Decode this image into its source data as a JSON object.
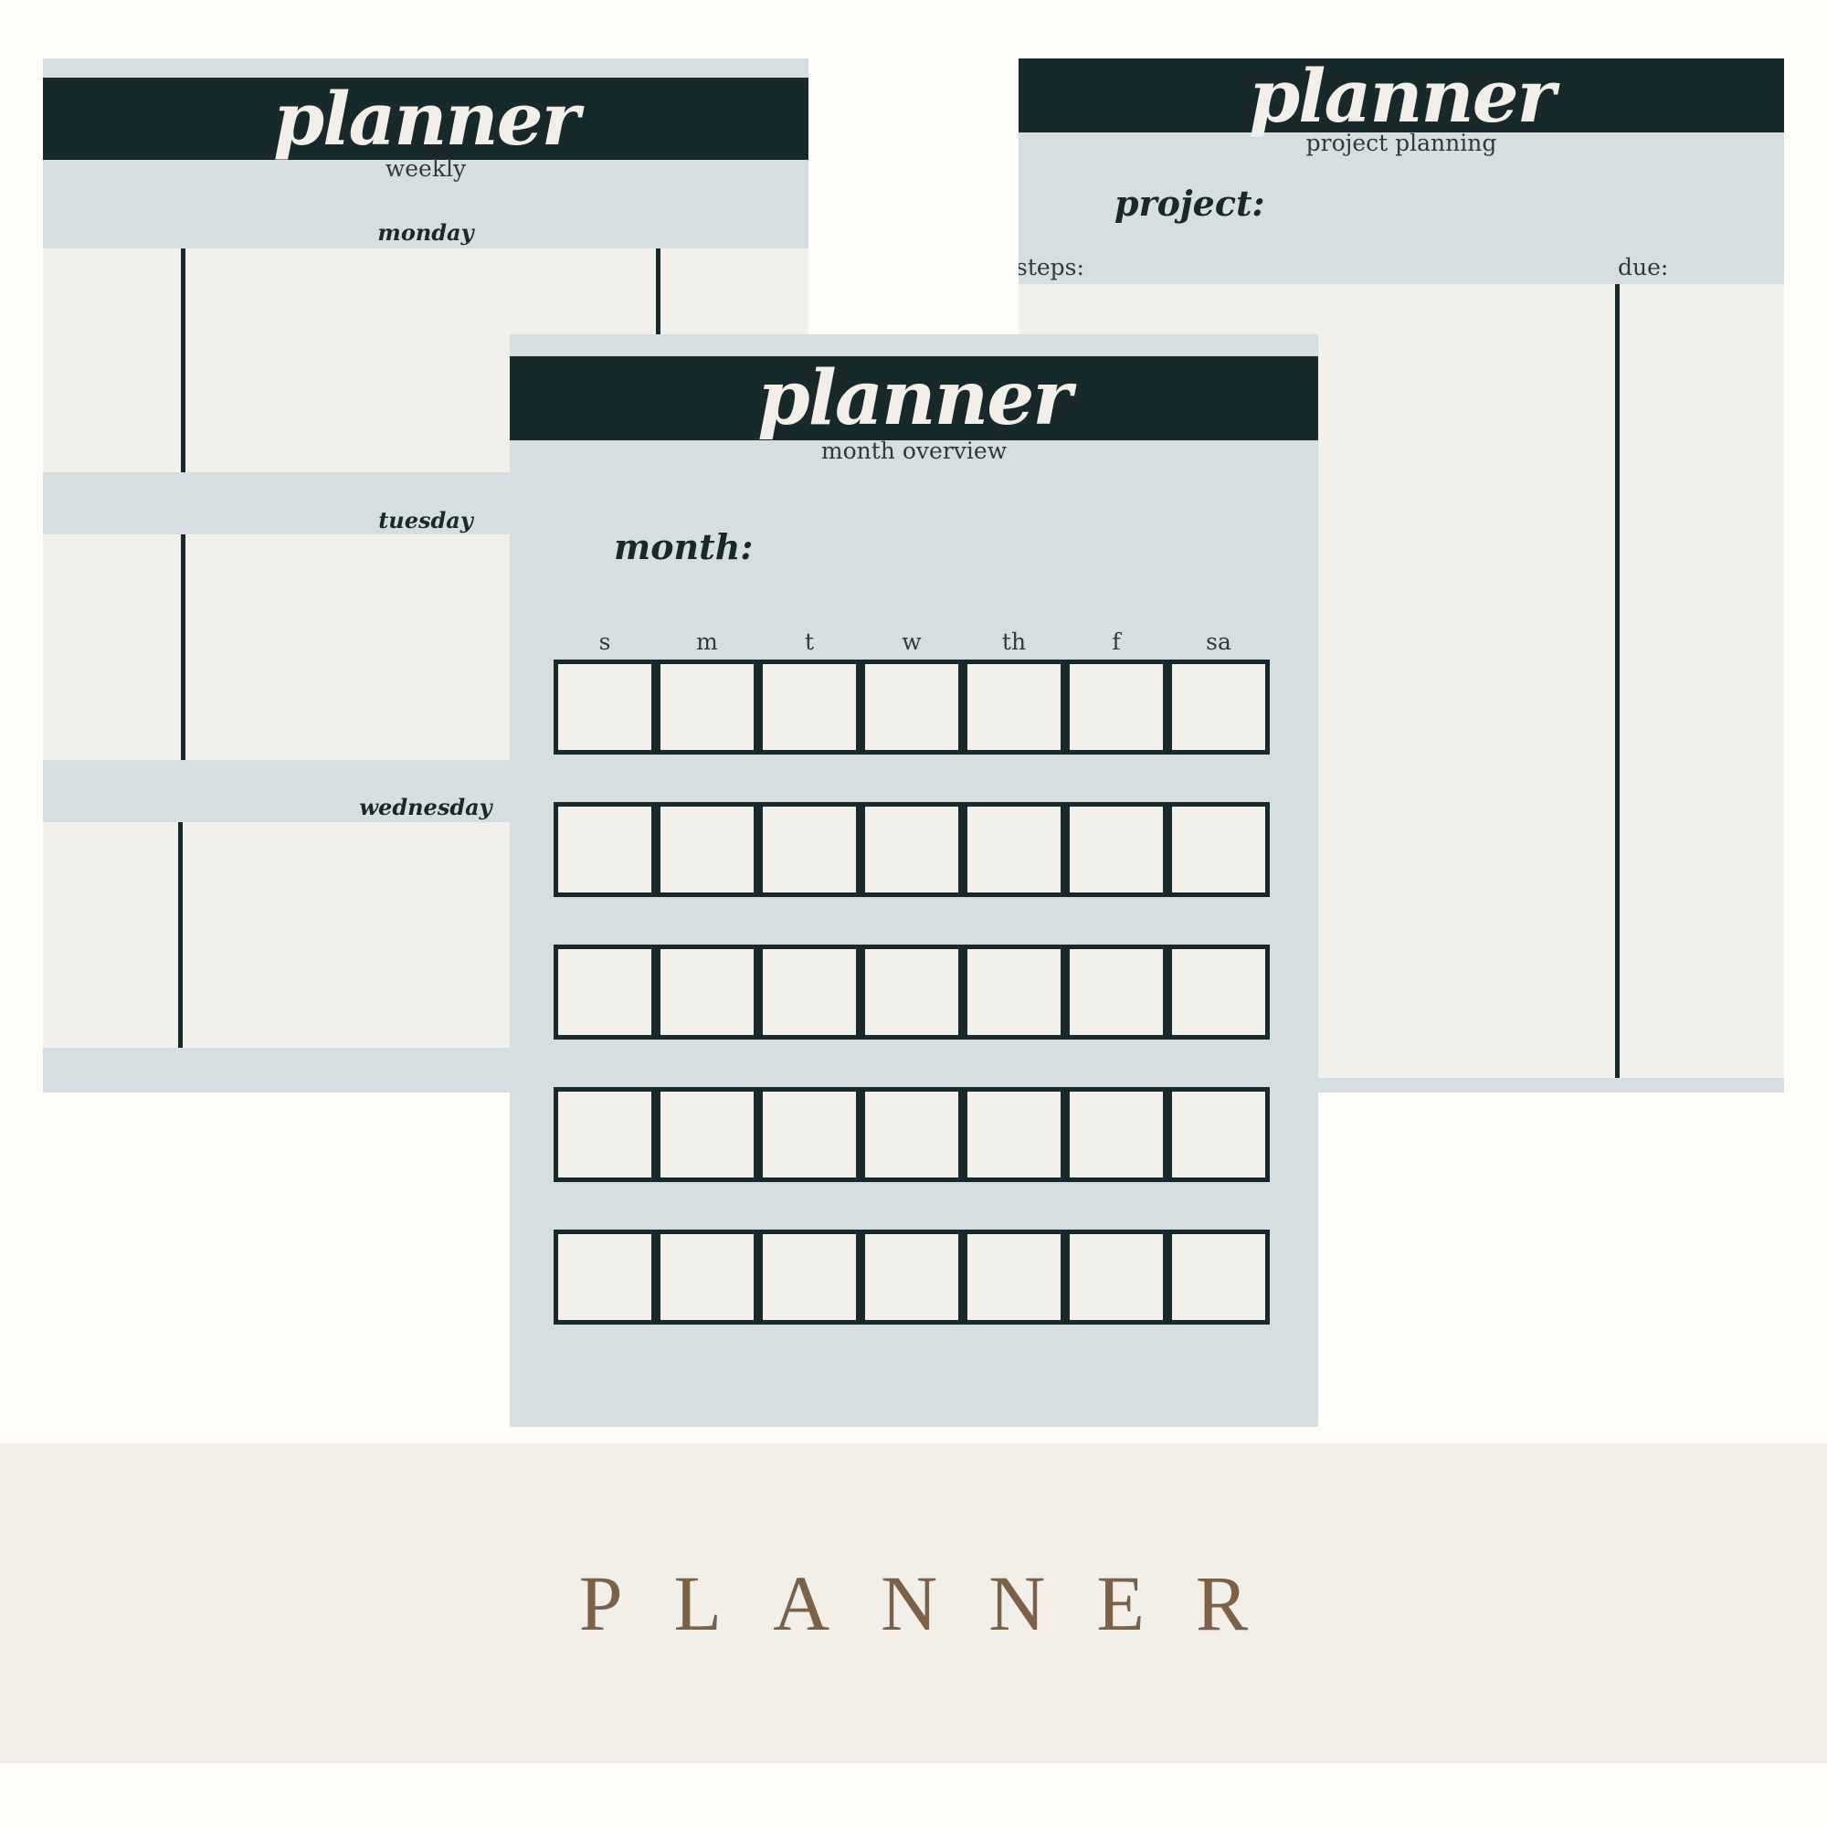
{
  "weekly": {
    "brand": "planner",
    "subtitle": "weekly",
    "days": [
      "monday",
      "tuesday",
      "wednesday"
    ]
  },
  "project": {
    "brand": "planner",
    "subtitle": "project planning",
    "project_label": "project:",
    "steps_label": "steps:",
    "due_label": "due:"
  },
  "month": {
    "brand": "planner",
    "subtitle": "month overview",
    "month_label": "month:",
    "weekdays": [
      "s",
      "m",
      "t",
      "w",
      "th",
      "f",
      "sa"
    ],
    "weeks": 5
  },
  "footer": {
    "title": "PLANNER"
  },
  "colors": {
    "dark": "#18292b",
    "pale_blue": "#d5dfe2",
    "paper": "#f2f0eb",
    "accent_brown": "#7a6148"
  }
}
